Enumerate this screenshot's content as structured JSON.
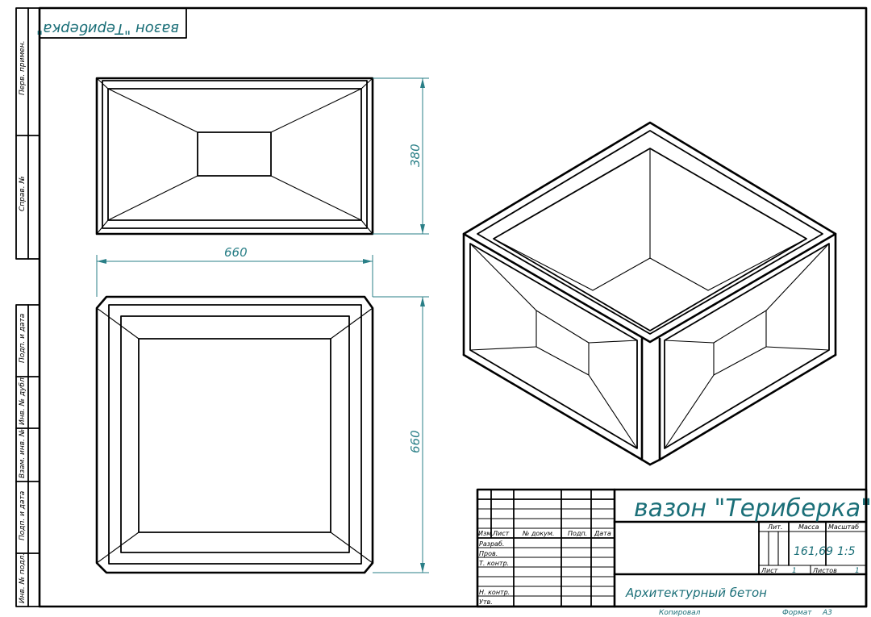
{
  "drawing": {
    "title_mirrored": "вазон \"Териберка\"",
    "dimensions": {
      "width": "660",
      "depth_top": "380",
      "height_front": "660"
    },
    "side_stamps": [
      "Перв. примен.",
      "Справ. №",
      "Подп. и дата",
      "Инв. № дубл.",
      "Взам. инв. №",
      "Подп. и дата",
      "Инв. № подл."
    ],
    "title_block": {
      "name": "вазон \"Териберка\"",
      "material": "Архитектурный бетон",
      "headers": {
        "izm": "Изм.",
        "list": "Лист",
        "doc": "№ докум.",
        "sign": "Подп.",
        "date": "Дата"
      },
      "roles": [
        "Разраб.",
        "Пров.",
        "Т. контр.",
        "",
        "Н. контр.",
        "Утв."
      ],
      "lit_label": "Лит.",
      "mass_label": "Масса",
      "scale_label": "Масштаб",
      "mass_value": "161,69",
      "scale_value": "1:5",
      "sheet_label": "Лист",
      "sheet_value": "1",
      "sheets_label": "Листов",
      "sheets_value": "1"
    },
    "footer": {
      "copied": "Копировал",
      "format_label": "Формат",
      "format_value": "А3"
    },
    "colors": {
      "line": "#000000",
      "dimension": "#2a7f87"
    }
  }
}
